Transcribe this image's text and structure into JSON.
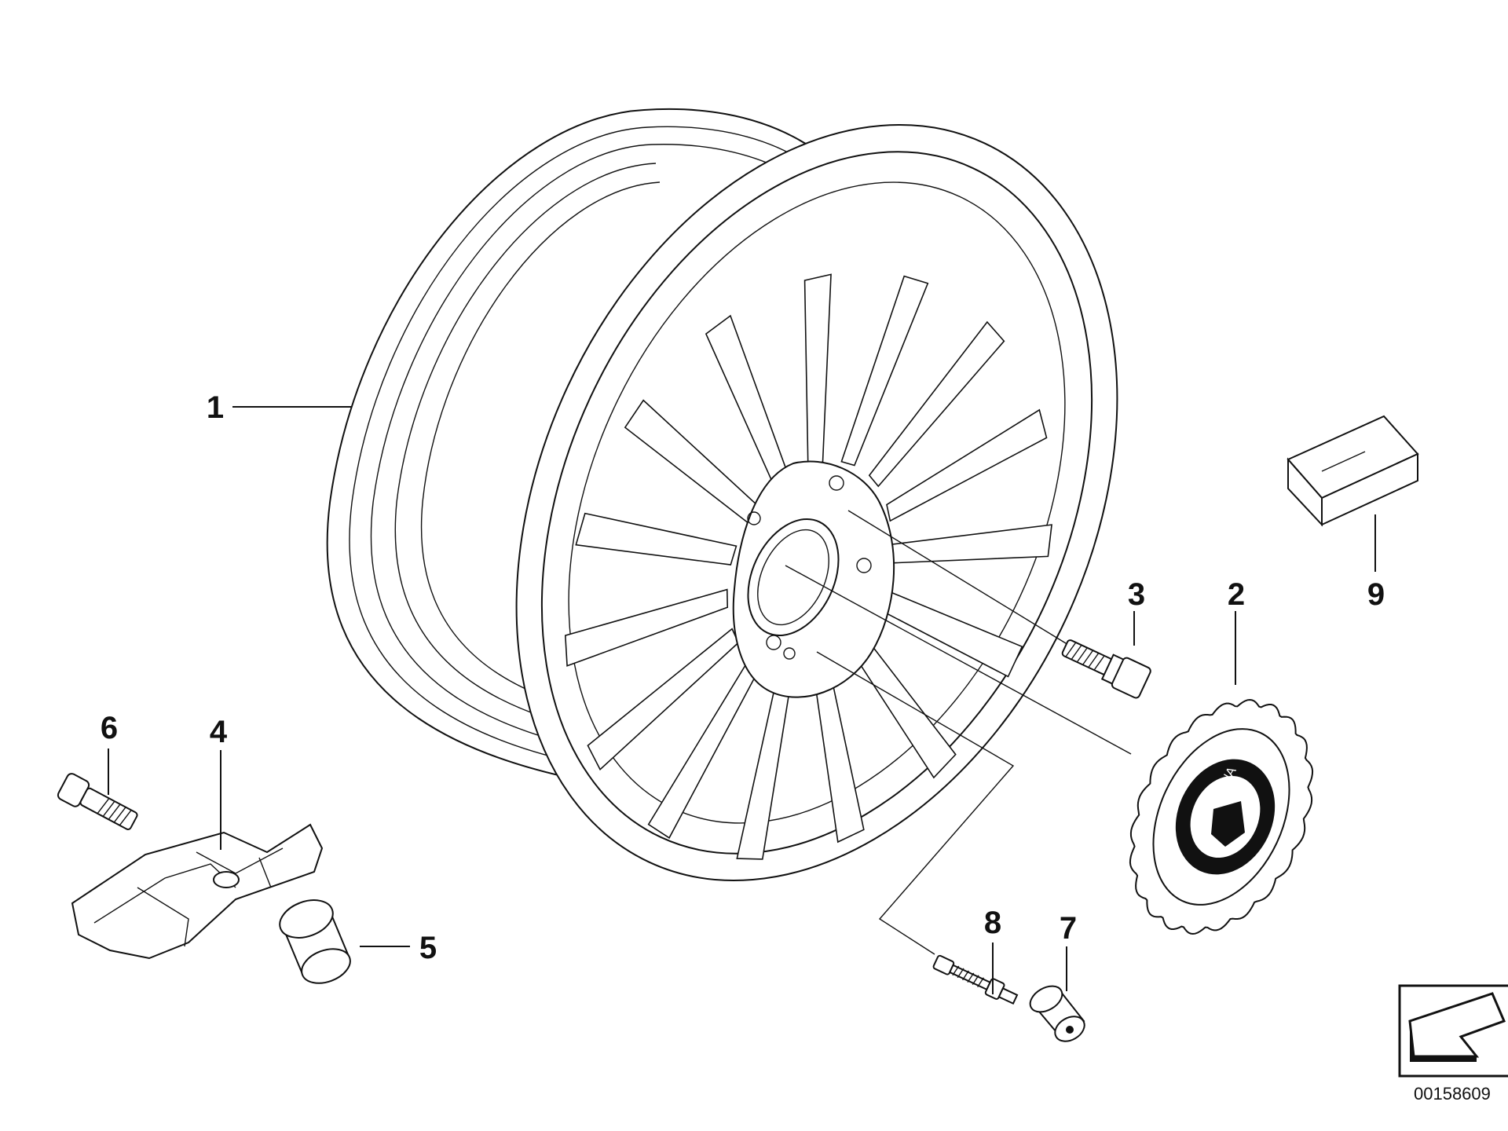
{
  "callouts": {
    "c1": "1",
    "c2": "2",
    "c3": "3",
    "c4": "4",
    "c5": "5",
    "c6": "6",
    "c7": "7",
    "c8": "8",
    "c9": "9"
  },
  "part_number": "00158609",
  "cap_logo_text": "ALPINA",
  "colors": {
    "line": "#111111",
    "background": "#ffffff"
  }
}
